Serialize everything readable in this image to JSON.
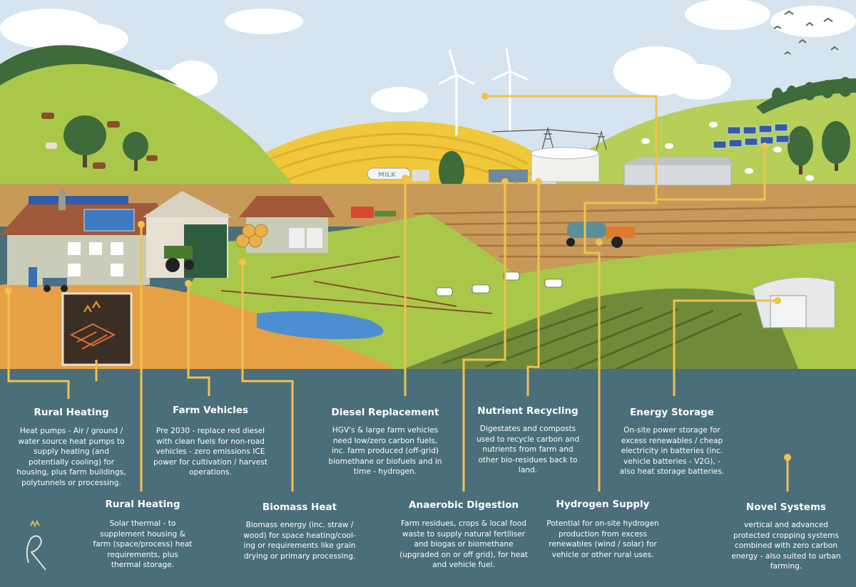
{
  "vehicles": {
    "milk_tanker_label": "MILK"
  },
  "sections": [
    {
      "title": "Rural Heating",
      "body": "Heat pumps - Air / ground /\nwater source heat pumps to\nsupply heating (and\npotentially cooling) for\nhousing, plus farm buildings,\npolytunnels or processing."
    },
    {
      "title": "Farm Vehicles",
      "body": "Pre 2030 - replace red diesel\nwith clean fuels for non-road\nvehicles - zero emissions ICE\npower for cultivation / harvest\noperations."
    },
    {
      "title": "Diesel Replacement",
      "body": "HGV's & large farm vehicles\nneed low/zero carbon fuels,\ninc. farm produced (off-grid)\nbiomethane or biofuels and in\ntime - hydrogen."
    },
    {
      "title": "Nutrient Recycling",
      "body": "Digestates and composts\nused to recycle carbon and\nnutrients from farm and\nother bio-residues back to\nland."
    },
    {
      "title": "Energy Storage",
      "body": "On-site power storage for\nexcess renewables / cheap\nelectricity in batteries (inc.\nvehicle batteries - V2G), -\nalso heat storage batteries."
    },
    {
      "title": "Rural Heating",
      "body": "Solar thermal - to\nsupplement housing &\nfarm (space/process) heat\nrequirements, plus\nthermal storage."
    },
    {
      "title": "Biomass Heat",
      "body": "Biomass energy (inc. straw /\nwood) for space heating/cool-\ning or requirements like grain\ndrying or primary  processing."
    },
    {
      "title": "Anaerobic Digestion",
      "body": "Farm residues, crops & local food\nwaste to supply natural fertiliser\nand biogas or biomethane\n(upgraded on or off grid), for heat\nand vehicle fuel."
    },
    {
      "title": "Hydrogen Supply",
      "body": "Potential for on-site hydrogen\nproduction from excess\nrenewables (wind / solar) for\nvehicle or other rural uses."
    },
    {
      "title": "Novel Systems",
      "body": "vertical and advanced\nprotected cropping systems\ncombined with zero carbon\nenergy - also suited to urban\nfarming."
    }
  ],
  "colors": {
    "sky": "#d6e4f0",
    "panel": "#4a6e7a",
    "connector": "#f2c14e",
    "hill_green": "#a9c84a",
    "field_yellow": "#f0c93b",
    "dark_green": "#3e6b3a"
  }
}
